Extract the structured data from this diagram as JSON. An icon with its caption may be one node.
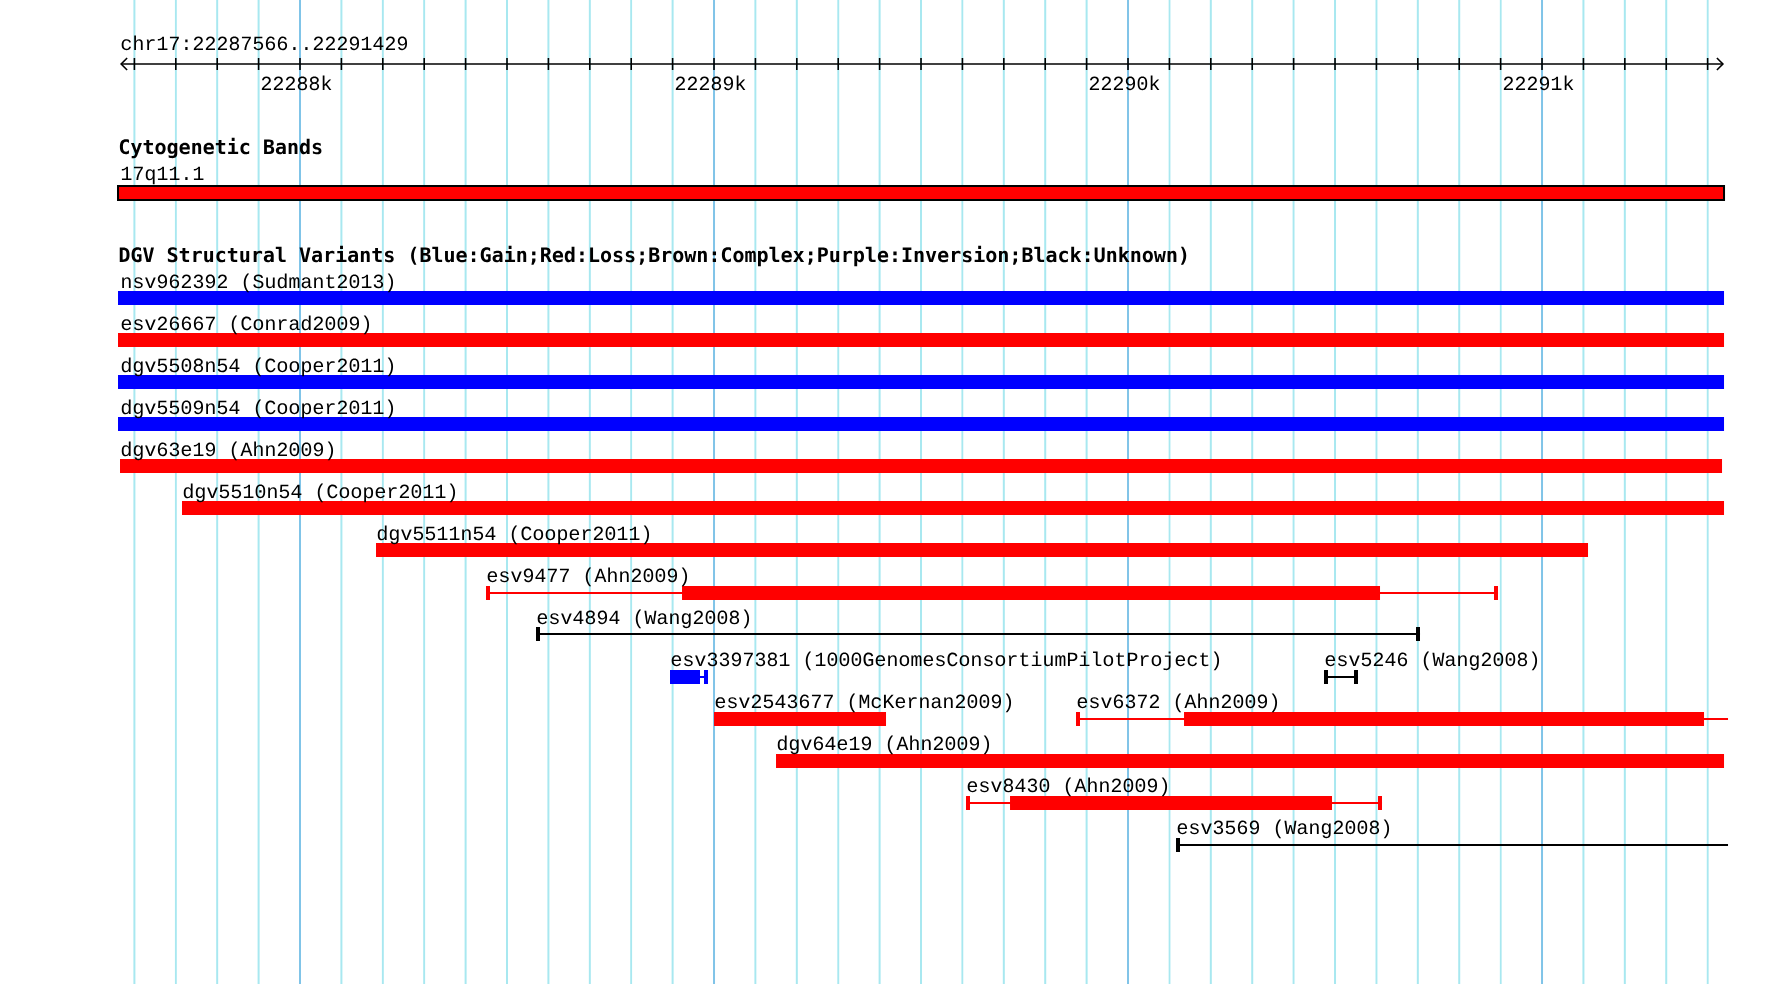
{
  "diagram": {
    "nodes": [
      {
        "text": [
          "17q11.1"
        ]
      },
      {
        "text": [
          "nsv962392 (Sudmant2013)"
        ]
      },
      {
        "text": [
          "esv26667 (Conrad2009)"
        ]
      },
      {
        "text": [
          "dgv5508n54 (Cooper2011)"
        ]
      },
      {
        "text": [
          "dgv5509n54 (Cooper2011)"
        ]
      },
      {
        "text": [
          "dgv63e19 (Ahn2009)"
        ]
      },
      {
        "text": [
          "dgv5510n54 (Cooper2011)"
        ]
      },
      {
        "text": [
          "dgv5511n54 (Cooper2011)"
        ]
      },
      {
        "text": [
          "esv9477 (Ahn2009)"
        ]
      },
      {
        "text": [
          "esv4894 (Wang2008)"
        ]
      },
      {
        "text": [
          "esv3397381 (1000GenomesConsortiumPilotProject)"
        ]
      },
      {
        "text": [
          "esv5246 (Wang2008)"
        ]
      },
      {
        "text": [
          "esv2543677 (McKernan2009)"
        ]
      },
      {
        "text": [
          "esv6372 (Ahn2009)"
        ]
      },
      {
        "text": [
          "dgv64e19 (Ahn2009)"
        ]
      },
      {
        "text": [
          "esv8430 (Ahn2009)"
        ]
      },
      {
        "text": [
          "esv3569 (Wang2008)"
        ]
      }
    ],
    "labels": [
      "chr17:22287566..22291429",
      "22288k",
      "22289k",
      "22290k",
      "22291k",
      "Cytogenetic Bands",
      "DGV Structural Variants (Blue:Gain;Red:Loss;Brown:Complex;Purple:Inversion;Black:Unknown)"
    ]
  }
}
